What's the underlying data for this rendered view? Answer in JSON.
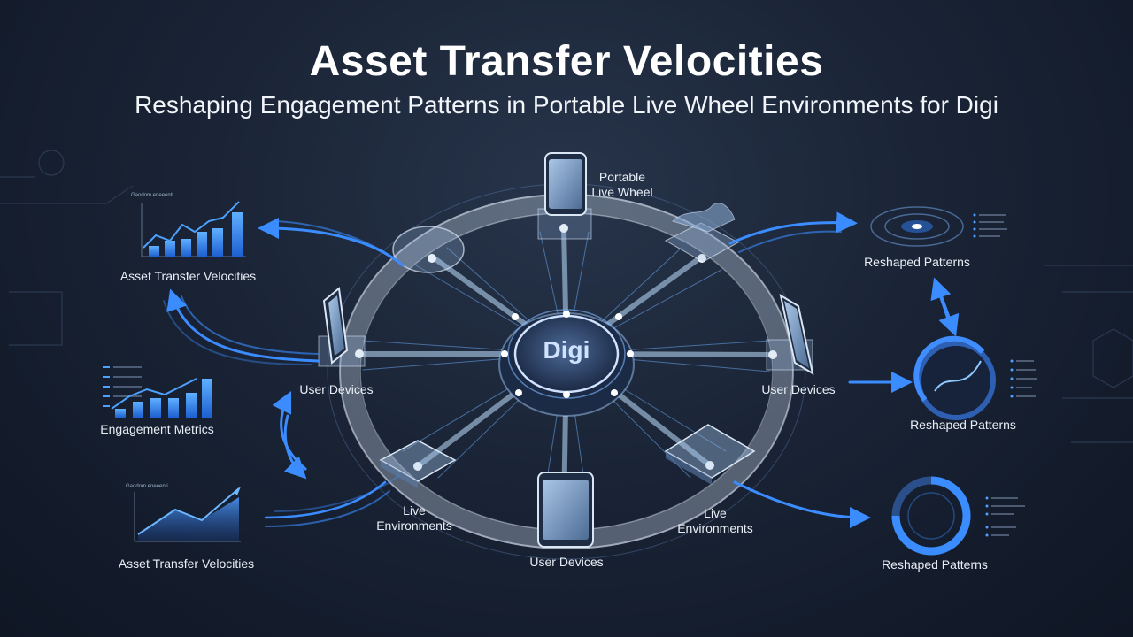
{
  "header": {
    "title": "Asset Transfer Velocities",
    "subtitle": "Reshaping Engagement Patterns in Portable Live Wheel Environments for Digi"
  },
  "hub": {
    "label": "Digi"
  },
  "nodes": {
    "portable_live_wheel": {
      "line1": "Portable",
      "line2": "Live Wheel"
    },
    "user_devices_left": "User Devices",
    "user_devices_right": "User Devices",
    "user_devices_bottom": "User Devices",
    "live_env_left": {
      "line1": "Live",
      "line2": "Environments"
    },
    "live_env_right": {
      "line1": "Live",
      "line2": "Environments"
    }
  },
  "left_panels": {
    "top": "Asset Transfer Velocities",
    "middle": "Engagement Metrics",
    "bottom": "Asset Transfer Velocities"
  },
  "right_panels": {
    "top": "Reshaped Patterns",
    "middle": "Reshaped Patterns",
    "bottom": "Reshaped Patterns"
  },
  "colors": {
    "accent": "#3b8cff",
    "glow": "#9fd0ff",
    "ring": "#c9d6e8"
  }
}
